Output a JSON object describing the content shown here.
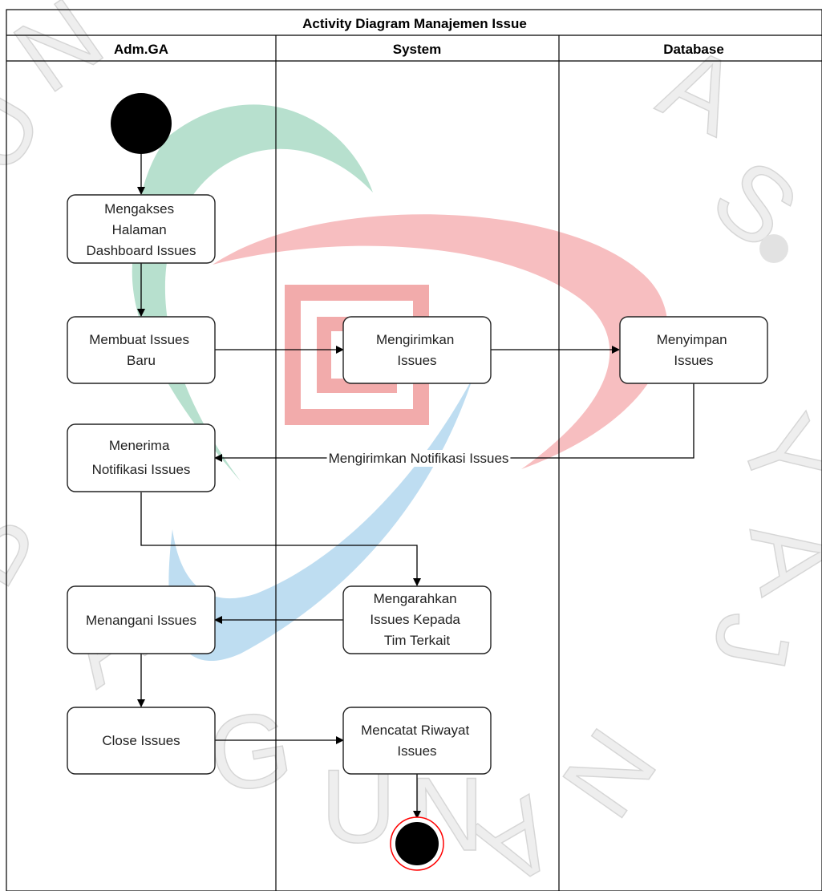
{
  "diagram": {
    "title": "Activity Diagram Manajemen Issue",
    "lanes": [
      "Adm.GA",
      "System",
      "Database"
    ],
    "nodes": {
      "akses": [
        "Mengakses",
        "Halaman",
        "Dashboard Issues"
      ],
      "buat": [
        "Membuat Issues",
        "Baru"
      ],
      "kirim": [
        "Mengirimkan",
        "Issues"
      ],
      "simpan": [
        "Menyimpan",
        "Issues"
      ],
      "terima": [
        "Menerima",
        "Notifikasi Issues"
      ],
      "arahkan": [
        "Mengarahkan",
        "Issues Kepada",
        "Tim Terkait"
      ],
      "tangani": [
        "Menangani Issues"
      ],
      "close": [
        "Close Issues"
      ],
      "catat": [
        "Mencatat Riwayat",
        "Issues"
      ]
    },
    "edge_label_notif": "Mengirimkan Notifikasi Issues"
  },
  "watermark": {
    "letters": [
      "U",
      "N",
      "A",
      "S",
      "Y",
      "A",
      "J",
      "N",
      "A",
      "N",
      "U",
      "G",
      "A",
      "B"
    ],
    "colors": {
      "green": "#9fd6be",
      "pink": "#f4a9ab",
      "blue": "#a9d2ec",
      "emblem": "#ee8f8f"
    }
  },
  "colors": {
    "line": "#000000",
    "box_border": "#222222",
    "end_ring": "#ff0000"
  }
}
